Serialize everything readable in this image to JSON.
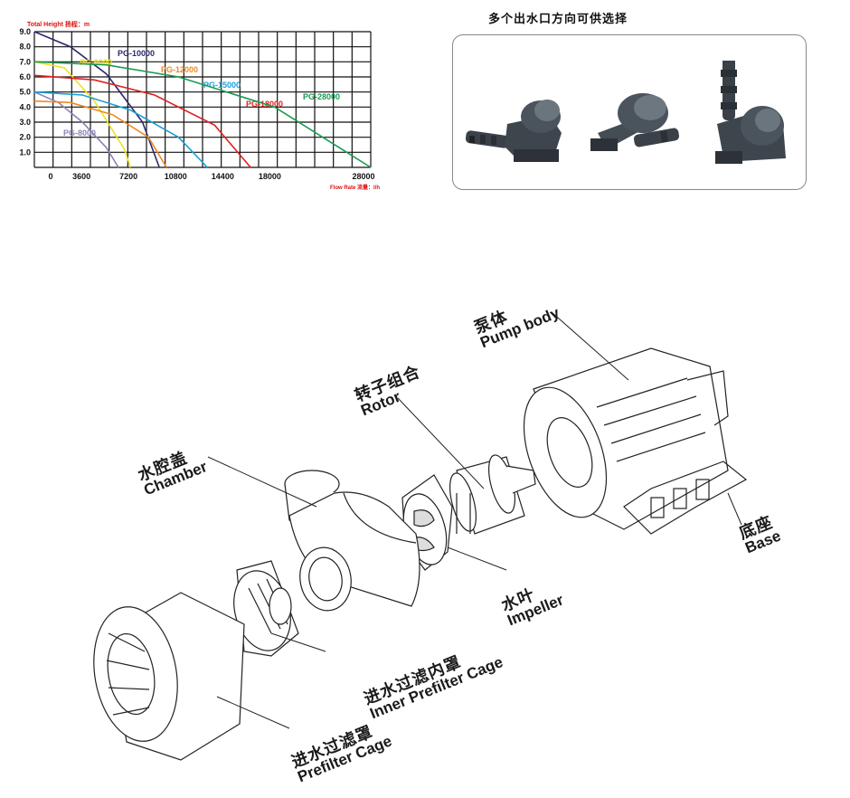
{
  "panel_title": "多个出水口方向可供选择",
  "chart_data": {
    "type": "line",
    "title": "",
    "ylabel": "Total Height 扬程：m",
    "xlabel": "Flow Rate 流量：l/h",
    "yticks": [
      "9.0",
      "8.0",
      "7.0",
      "6.0",
      "5.0",
      "4.0",
      "3.0",
      "2.0",
      "1.0"
    ],
    "xticks": [
      "0",
      "3600",
      "7200",
      "10800",
      "14400",
      "18000",
      "28000"
    ],
    "xlim": [
      0,
      28000
    ],
    "ylim": [
      0,
      9
    ],
    "grid": true,
    "series": [
      {
        "name": "PG-8000",
        "color": "#8d80b8",
        "x": [
          0,
          2000,
          4000,
          6000,
          7000
        ],
        "y": [
          5.0,
          4.3,
          3.0,
          1.3,
          0
        ]
      },
      {
        "name": "PG-10000",
        "color": "#2a2a6e",
        "x": [
          0,
          3000,
          6000,
          9000,
          10400
        ],
        "y": [
          9.0,
          8.0,
          6.2,
          3.0,
          0
        ]
      },
      {
        "name": "PG-9000",
        "color": "#f0e020",
        "x": [
          0,
          2500,
          5000,
          7500,
          8000
        ],
        "y": [
          7.0,
          6.6,
          4.4,
          1.2,
          0
        ]
      },
      {
        "name": "PG-12000",
        "color": "#f08a20",
        "x": [
          0,
          3000,
          6500,
          9500,
          11000
        ],
        "y": [
          4.4,
          4.3,
          3.5,
          2.0,
          0
        ]
      },
      {
        "name": "PG-15000",
        "color": "#1aa0d8",
        "x": [
          0,
          4000,
          8000,
          12000,
          14400
        ],
        "y": [
          5.0,
          4.8,
          3.8,
          2.0,
          0
        ]
      },
      {
        "name": "PG-18000",
        "color": "#e02020",
        "x": [
          0,
          5000,
          10000,
          15000,
          18000
        ],
        "y": [
          6.1,
          5.8,
          4.8,
          2.8,
          0
        ]
      },
      {
        "name": "PG-28000",
        "color": "#1a9a50",
        "x": [
          0,
          6000,
          12000,
          20000,
          28000
        ],
        "y": [
          7.0,
          6.8,
          6.0,
          4.0,
          0
        ]
      }
    ]
  },
  "pumps": [
    {
      "label": "side-outlet pump"
    },
    {
      "label": "angled-outlet pump"
    },
    {
      "label": "top-outlet pump"
    }
  ],
  "parts": {
    "pump_body": {
      "zh": "泵体",
      "en": "Pump body"
    },
    "rotor": {
      "zh": "转子组合",
      "en": "Rotor"
    },
    "chamber": {
      "zh": "水腔盖",
      "en": "Chamber"
    },
    "base": {
      "zh": "底座",
      "en": "Base"
    },
    "impeller": {
      "zh": "水叶",
      "en": "Impeller"
    },
    "inner_prefilter": {
      "zh": "进水过滤内罩",
      "en": "Inner Prefilter Cage"
    },
    "prefilter": {
      "zh": "进水过滤罩",
      "en": "Prefilter Cage"
    }
  }
}
